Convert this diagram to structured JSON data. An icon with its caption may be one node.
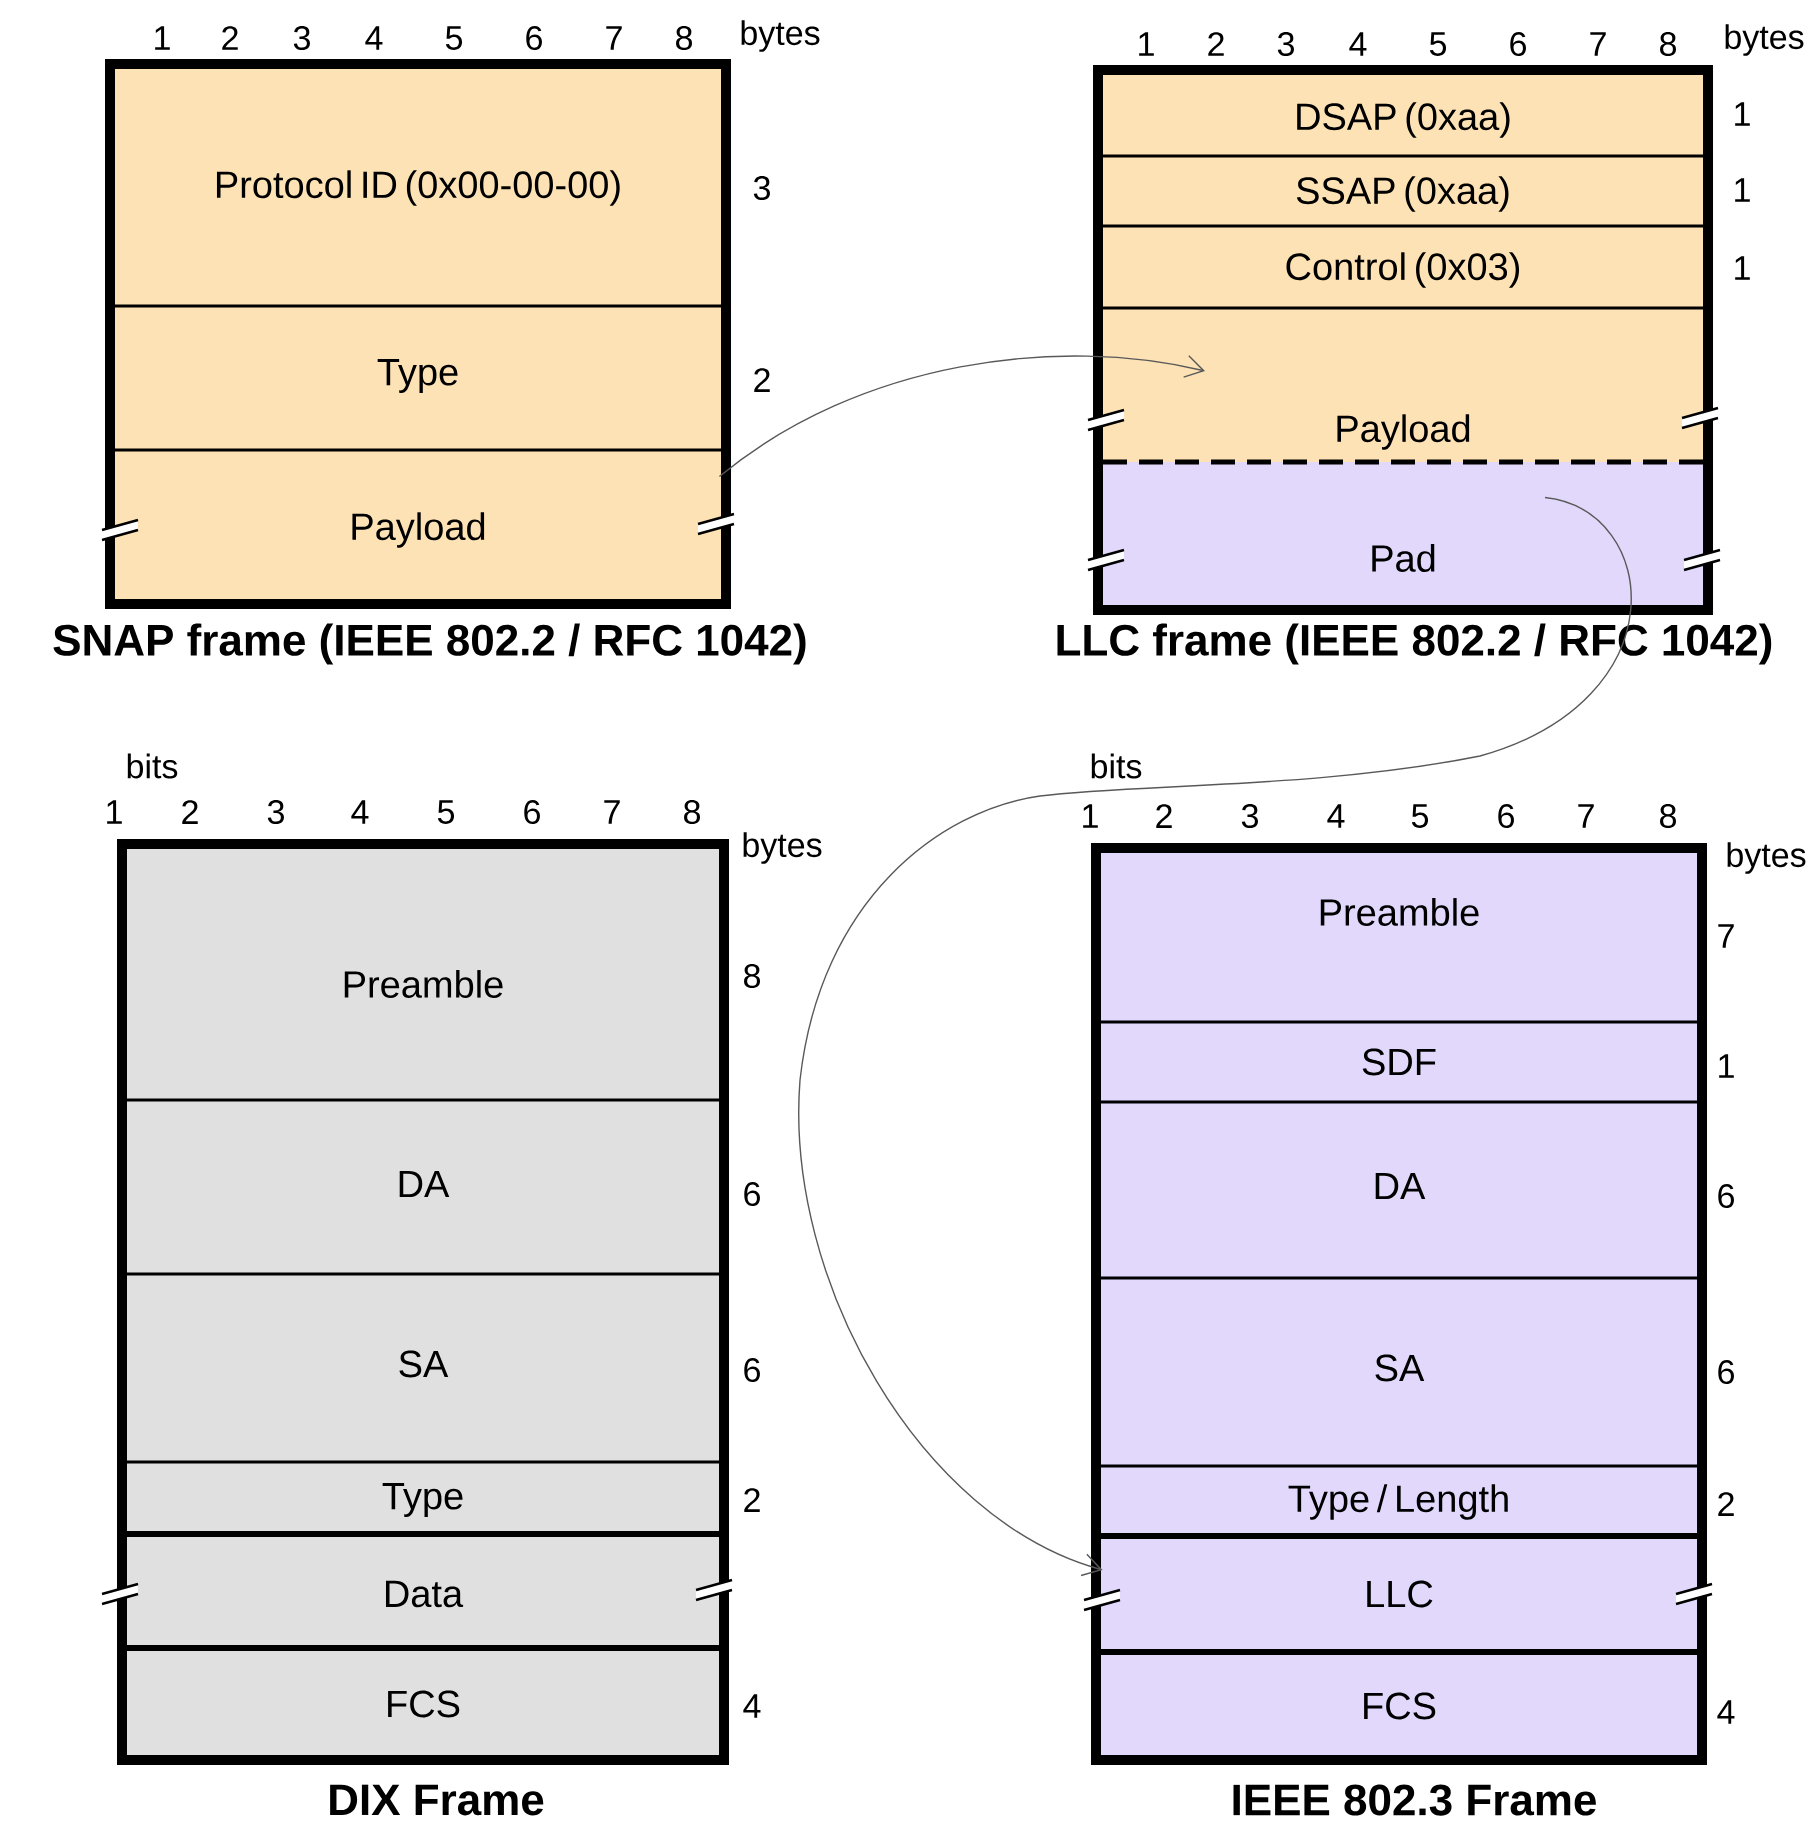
{
  "diagram": {
    "nodes": [
      {
        "text": [
          "SNAP frame (IEEE 802.2 / RFC 1042)"
        ]
      },
      {
        "text": [
          "Protocol ID (0x00-00-00)"
        ],
        "in": 0,
        "beside": [
          "3"
        ]
      },
      {
        "text": [
          "Type"
        ],
        "in": 0,
        "beside": [
          "2"
        ]
      },
      {
        "text": [
          "Payload"
        ],
        "in": 0
      },
      {
        "text": [
          "LLC frame (IEEE 802.2 / RFC 1042)"
        ]
      },
      {
        "text": [
          "DSAP (0xaa)"
        ],
        "in": 4,
        "beside": [
          "1"
        ]
      },
      {
        "text": [
          "SSAP (0xaa)"
        ],
        "in": 4,
        "beside": [
          "1"
        ]
      },
      {
        "text": [
          "Control (0x03)"
        ],
        "in": 4,
        "beside": [
          "1"
        ]
      },
      {
        "text": [
          "Payload"
        ],
        "in": 4
      },
      {
        "text": [
          "Pad"
        ],
        "in": 4
      },
      {
        "text": [
          "DIX Frame"
        ]
      },
      {
        "text": [
          "Preamble"
        ],
        "in": 10,
        "beside": [
          "8"
        ]
      },
      {
        "text": [
          "DA"
        ],
        "in": 10,
        "beside": [
          "6"
        ]
      },
      {
        "text": [
          "SA"
        ],
        "in": 10,
        "beside": [
          "6"
        ]
      },
      {
        "text": [
          "Type"
        ],
        "in": 10,
        "beside": [
          "2"
        ]
      },
      {
        "text": [
          "Data"
        ],
        "in": 10
      },
      {
        "text": [
          "FCS"
        ],
        "in": 10,
        "beside": [
          "4"
        ]
      },
      {
        "text": [
          "IEEE 802.3 Frame"
        ]
      },
      {
        "text": [
          "Preamble"
        ],
        "in": 17,
        "beside": [
          "7"
        ]
      },
      {
        "text": [
          "SDF"
        ],
        "in": 17,
        "beside": [
          "1"
        ]
      },
      {
        "text": [
          "DA"
        ],
        "in": 17,
        "beside": [
          "6"
        ]
      },
      {
        "text": [
          "SA"
        ],
        "in": 17,
        "beside": [
          "6"
        ]
      },
      {
        "text": [
          "Type / Length"
        ],
        "in": 17,
        "beside": [
          "2"
        ]
      },
      {
        "text": [
          "LLC"
        ],
        "in": 17
      },
      {
        "text": [
          "FCS"
        ],
        "in": 17,
        "beside": [
          "4"
        ]
      }
    ],
    "edges": [
      {
        "from": 3,
        "to": 8,
        "arrow": "to"
      },
      {
        "from": 9,
        "to": 23,
        "arrow": "to"
      }
    ],
    "labels": [
      "1",
      "2",
      "3",
      "4",
      "5",
      "6",
      "7",
      "8",
      "bytes",
      "1",
      "2",
      "3",
      "4",
      "5",
      "6",
      "7",
      "8",
      "bytes",
      "bits",
      "1",
      "2",
      "3",
      "4",
      "5",
      "6",
      "7",
      "8",
      "bytes",
      "bits",
      "1",
      "2",
      "3",
      "4",
      "5",
      "6",
      "7",
      "8",
      "bytes"
    ]
  }
}
